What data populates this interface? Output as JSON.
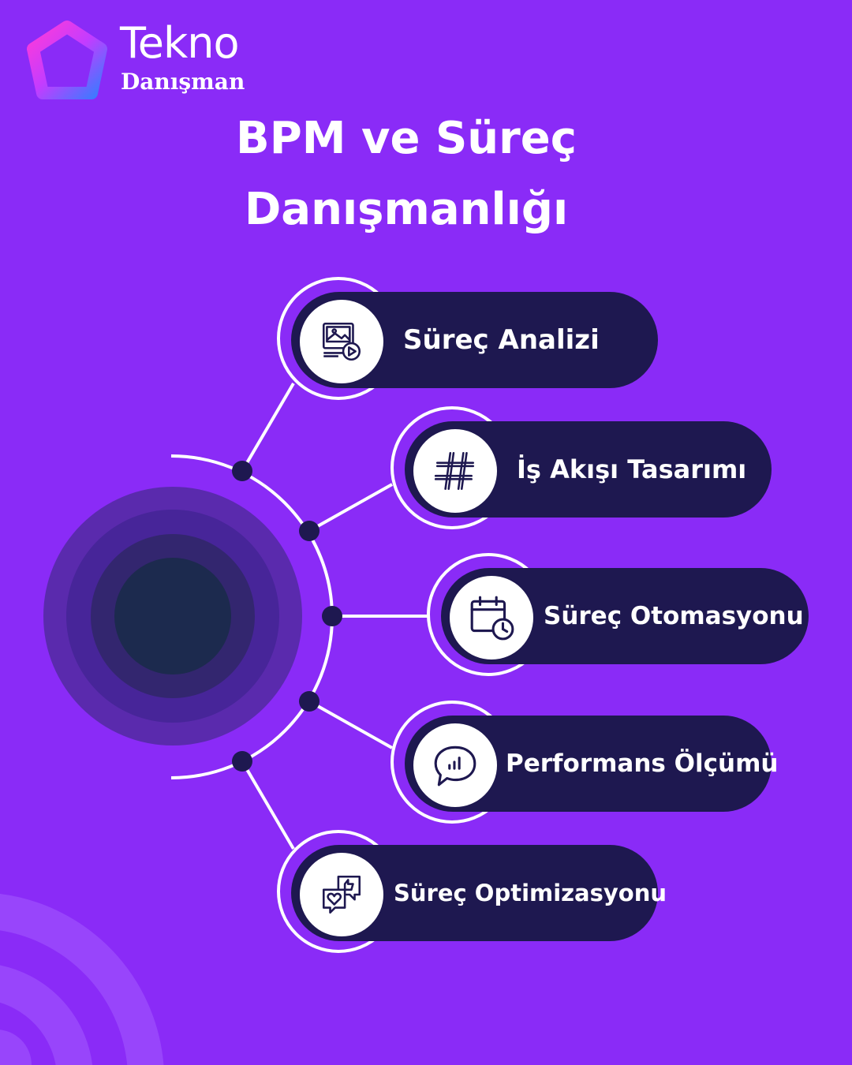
{
  "brand": {
    "name": "Tekno",
    "subtitle": "Danışman"
  },
  "title": {
    "line1": "BPM ve Süreç",
    "line2": "Danışmanlığı"
  },
  "services": [
    {
      "label": "Süreç Analizi",
      "icon": "video-presentation-icon"
    },
    {
      "label": "İş Akışı Tasarımı",
      "icon": "hashtag-icon"
    },
    {
      "label": "Süreç Otomasyonu",
      "icon": "calendar-clock-icon"
    },
    {
      "label": "Performans Ölçümü",
      "icon": "chat-chart-icon"
    },
    {
      "label": "Süreç Optimizasyonu",
      "icon": "feedback-heart-icon"
    }
  ],
  "colors": {
    "background": "#8a2bf7",
    "pill": "#1e1850",
    "hub_center": "#1c2a4e",
    "text": "#ffffff"
  }
}
